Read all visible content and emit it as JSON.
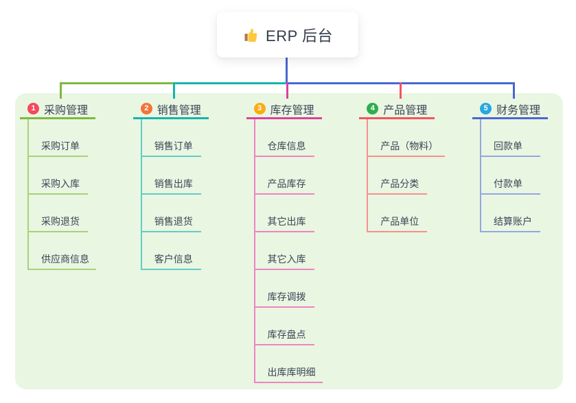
{
  "root": {
    "title": "ERP 后台",
    "icon": "thumbs-up-icon",
    "card_bg": "#ffffff",
    "trunk_color": "#4866d2"
  },
  "panel": {
    "bg": "#e9f6e2"
  },
  "branches": [
    {
      "num": "1",
      "label": "采购管理",
      "badge_color": "#f5495c",
      "line_color": "#7cb93e",
      "child_line_color": "#a8d178",
      "children": [
        "采购订单",
        "采购入库",
        "采购退货",
        "供应商信息"
      ]
    },
    {
      "num": "2",
      "label": "销售管理",
      "badge_color": "#f2743b",
      "line_color": "#13b5ac",
      "child_line_color": "#62ccc6",
      "children": [
        "销售订单",
        "销售出库",
        "销售退货",
        "客户信息"
      ]
    },
    {
      "num": "3",
      "label": "库存管理",
      "badge_color": "#fbac14",
      "line_color": "#de3f9e",
      "child_line_color": "#ef83c0",
      "children": [
        "仓库信息",
        "产品库存",
        "其它出库",
        "其它入库",
        "库存调拨",
        "库存盘点",
        "出库库明细"
      ]
    },
    {
      "num": "4",
      "label": "产品管理",
      "badge_color": "#2fad4f",
      "line_color": "#f5525c",
      "child_line_color": "#f7908d",
      "children": [
        "产品（物料）",
        "产品分类",
        "产品单位"
      ]
    },
    {
      "num": "5",
      "label": "财务管理",
      "badge_color": "#28a7df",
      "line_color": "#4866d2",
      "child_line_color": "#93a7de",
      "children": [
        "回款单",
        "付款单",
        "结算账户"
      ]
    }
  ]
}
